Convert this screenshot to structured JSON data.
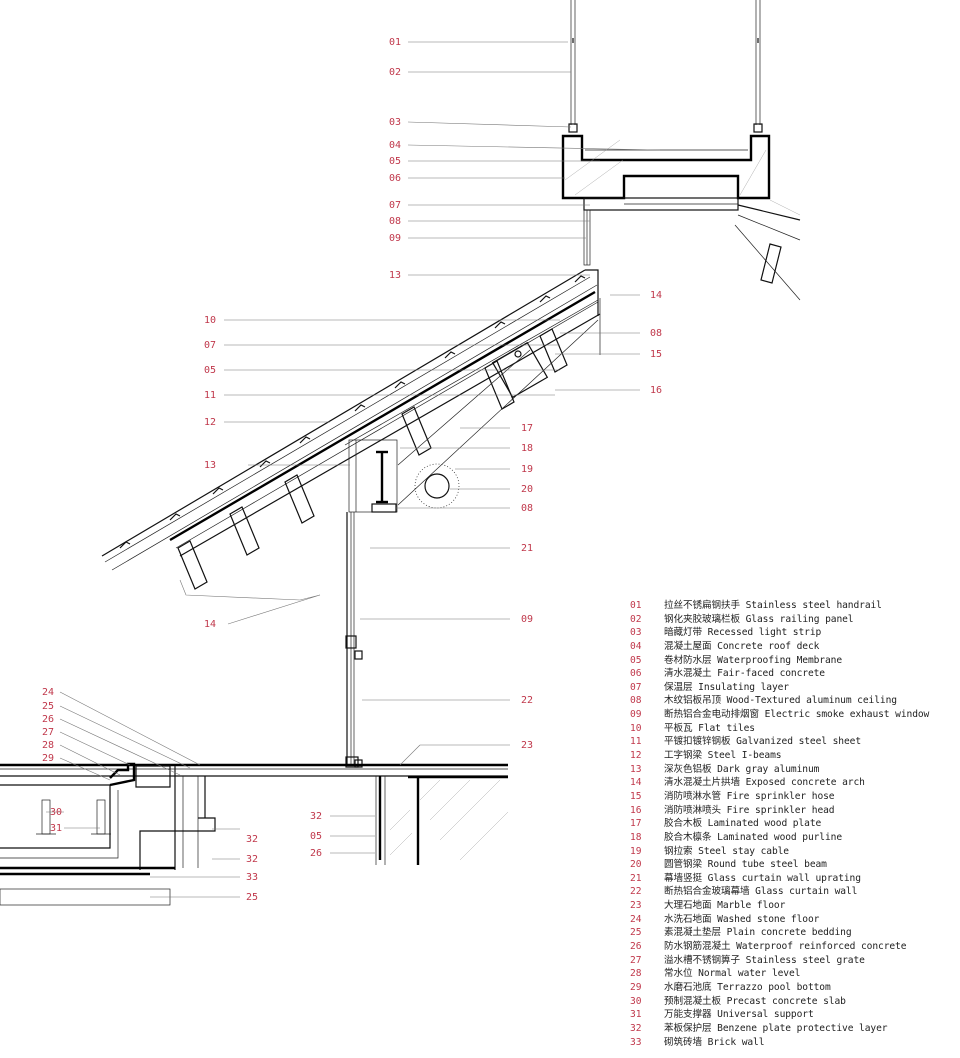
{
  "callouts": {
    "left_upper": [
      "01",
      "02",
      "03",
      "04",
      "05",
      "06",
      "07",
      "08",
      "09",
      "13"
    ],
    "left_roof": [
      "10",
      "07",
      "05",
      "11",
      "12",
      "13"
    ],
    "left_base": [
      "24",
      "25",
      "26",
      "27",
      "28",
      "29"
    ],
    "left_pool": [
      "30",
      "31"
    ],
    "bottom_mid": [
      "32",
      "05",
      "26"
    ],
    "bottom_right": [
      "32",
      "32",
      "33",
      "25"
    ],
    "right_side": [
      "14",
      "08",
      "15",
      "16",
      "17",
      "18",
      "19",
      "20",
      "08",
      "21",
      "09",
      "22",
      "23"
    ],
    "roof_end": "14"
  },
  "legend": [
    {
      "num": "01",
      "text": "拉丝不锈扁钢扶手 Stainless steel handrail"
    },
    {
      "num": "02",
      "text": "钢化夹胶玻璃栏板 Glass railing panel"
    },
    {
      "num": "03",
      "text": "暗藏灯带 Recessed light strip"
    },
    {
      "num": "04",
      "text": "混凝土屋面 Concrete roof deck"
    },
    {
      "num": "05",
      "text": "卷材防水层 Waterproofing Membrane"
    },
    {
      "num": "06",
      "text": "清水混凝土 Fair-faced concrete"
    },
    {
      "num": "07",
      "text": "保温层 Insulating layer"
    },
    {
      "num": "08",
      "text": "木纹铝板吊顶 Wood-Textured aluminum ceiling"
    },
    {
      "num": "09",
      "text": "断热铝合金电动排烟窗 Electric smoke exhaust window"
    },
    {
      "num": "10",
      "text": "平板瓦 Flat tiles"
    },
    {
      "num": "11",
      "text": "平镀扣镀锌钢板 Galvanized steel sheet"
    },
    {
      "num": "12",
      "text": "工字钢梁 Steel I-beams"
    },
    {
      "num": "13",
      "text": "深灰色铝板 Dark gray aluminum"
    },
    {
      "num": "14",
      "text": "清水混凝土片拱墙 Exposed concrete arch"
    },
    {
      "num": "15",
      "text": "消防喷淋水管 Fire sprinkler hose"
    },
    {
      "num": "16",
      "text": "消防喷淋喷头 Fire sprinkler head"
    },
    {
      "num": "17",
      "text": "胶合木板 Laminated wood plate"
    },
    {
      "num": "18",
      "text": "胶合木檩条 Laminated wood purline"
    },
    {
      "num": "19",
      "text": "钢拉索 Steel stay cable"
    },
    {
      "num": "20",
      "text": "圆管钢梁 Round tube steel beam"
    },
    {
      "num": "21",
      "text": "幕墙竖挺 Glass curtain wall uprating"
    },
    {
      "num": "22",
      "text": "断热铝合金玻璃幕墙 Glass curtain wall"
    },
    {
      "num": "23",
      "text": "大理石地面 Marble floor"
    },
    {
      "num": "24",
      "text": "水洗石地面 Washed stone floor"
    },
    {
      "num": "25",
      "text": "素混凝土垫层 Plain concrete bedding"
    },
    {
      "num": "26",
      "text": "防水钢筋混凝土 Waterproof reinforced concrete"
    },
    {
      "num": "27",
      "text": "溢水槽不锈钢箅子 Stainless steel grate"
    },
    {
      "num": "28",
      "text": "常水位 Normal water level"
    },
    {
      "num": "29",
      "text": "水磨石池底 Terrazzo pool bottom"
    },
    {
      "num": "30",
      "text": "预制混凝土板 Precast concrete slab"
    },
    {
      "num": "31",
      "text": "万能支撑器 Universal support"
    },
    {
      "num": "32",
      "text": "苯板保护层 Benzene plate protective layer"
    },
    {
      "num": "33",
      "text": "砌筑砖墙 Brick wall"
    }
  ]
}
